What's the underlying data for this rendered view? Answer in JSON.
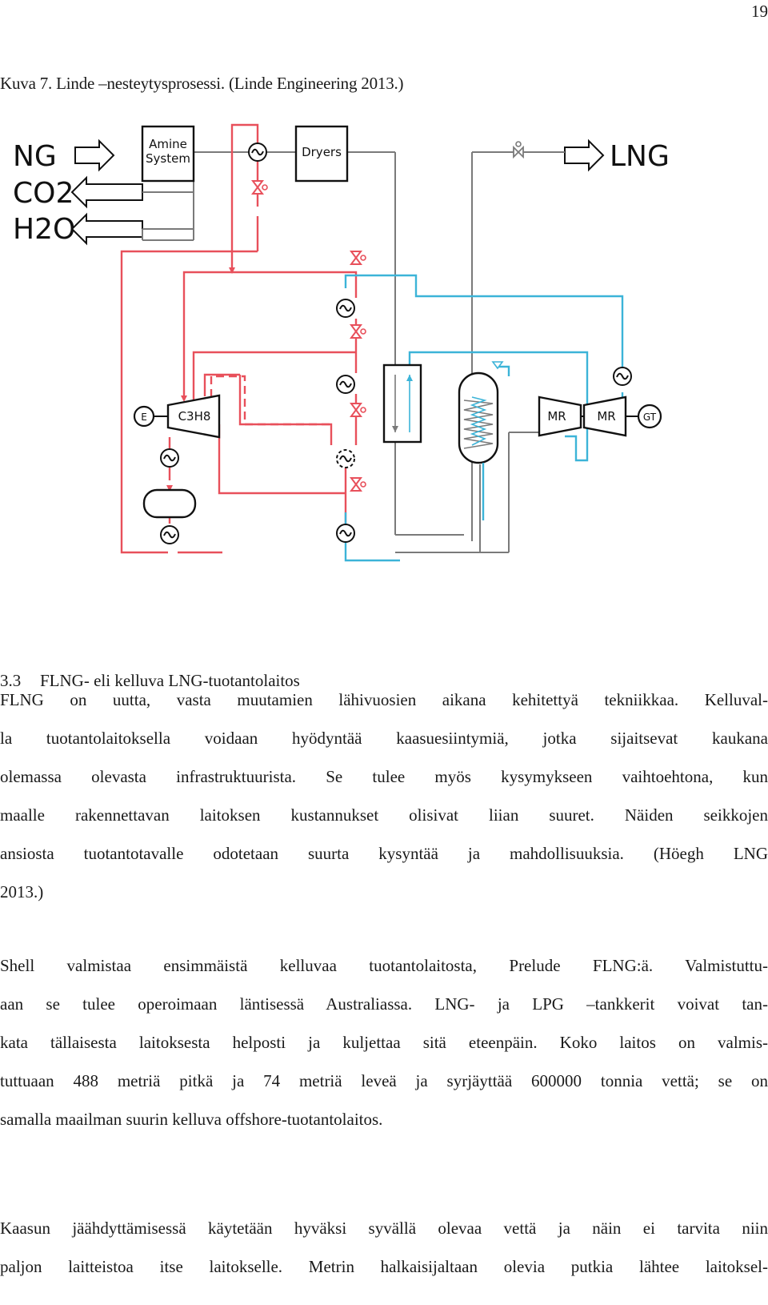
{
  "page": {
    "number": "19"
  },
  "figure": {
    "caption": "Kuva 7. Linde –nesteytysprosessi. (Linde Engineering 2013.)",
    "labels": {
      "ng": "NG",
      "co2": "CO2",
      "h2o": "H2O",
      "lng": "LNG",
      "amine_line1": "Amine",
      "amine_line2": "System",
      "dryers": "Dryers",
      "c3h8": "C3H8",
      "e": "E",
      "mr1": "MR",
      "mr2": "MR",
      "gt": "GT"
    },
    "colors": {
      "red": "#e8505b",
      "blue": "#3cb4d8",
      "gray": "#7a7a7a",
      "black": "#111111"
    }
  },
  "section": {
    "number": "3.3",
    "title": "FLNG- eli kelluva LNG-tuotantolaitos"
  },
  "paragraphs": [
    {
      "lines": [
        "FLNG on uutta, vasta muutamien lähivuosien aikana kehitettyä tekniikkaa. Kelluval-",
        "la tuotantolaitoksella voidaan hyödyntää kaasuesiintymiä, jotka sijaitsevat kaukana",
        "olemassa olevasta infrastruktuurista. Se tulee myös kysymykseen vaihtoehtona, kun",
        "maalle rakennettavan laitoksen kustannukset olisivat liian suuret. Näiden seikkojen",
        "ansiosta tuotantotavalle odotetaan suurta kysyntää ja mahdollisuuksia. (Höegh LNG",
        "2013.)"
      ]
    },
    {
      "lines": [
        "Shell valmistaa ensimmäistä kelluvaa tuotantolaitosta, Prelude FLNG:ä. Valmistuttu-",
        "aan se tulee operoimaan läntisessä Australiassa. LNG- ja LPG –tankkerit voivat tan-",
        "kata tällaisesta laitoksesta helposti ja kuljettaa sitä eteenpäin. Koko laitos on valmis-",
        "tuttuaan 488 metriä pitkä ja 74 metriä leveä ja syrjäyttää 600000 tonnia vettä; se on",
        "samalla maailman suurin kelluva offshore-tuotantolaitos."
      ]
    },
    {
      "lines": [
        "Kaasun jäähdyttämisessä käytetään hyväksi syvällä olevaa vettä ja näin ei tarvita niin",
        "paljon laitteistoa itse laitokselle. Metrin halkaisijaltaan olevia putkia lähtee laitoksel-"
      ]
    }
  ]
}
